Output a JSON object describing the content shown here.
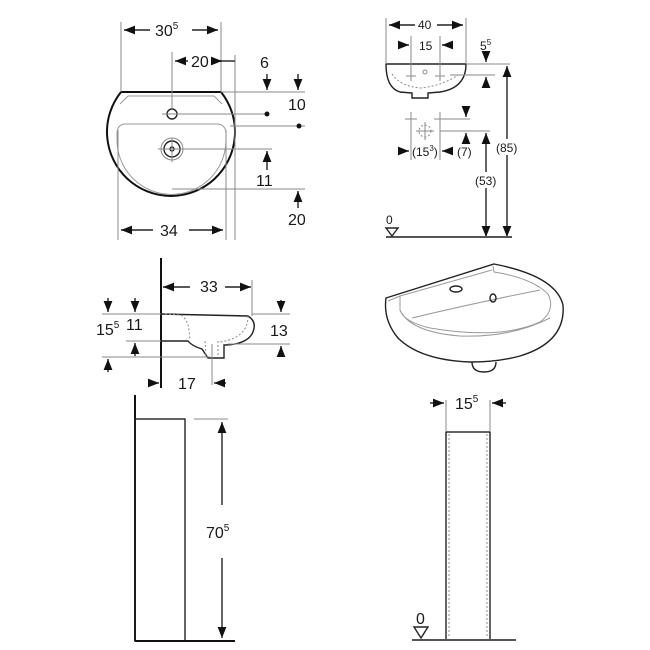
{
  "drawing": {
    "top_view": {
      "width_total": "30",
      "width_total_sup": "5",
      "tap_offset": "20",
      "depth_label_6": "6",
      "tap_hole_depth": "10",
      "drain_offset": "11",
      "depth_total": "20",
      "width_bottom": "34"
    },
    "front_view": {
      "width": "40",
      "tap_spacing": "15",
      "rim_depth": "5",
      "rim_depth_sup": "5",
      "supply_spacing": "(15",
      "supply_spacing_sup": "3",
      "supply_spacing_close": ")",
      "supply_height": "(7)",
      "supply_from_floor": "(53)",
      "rim_height": "(85)",
      "floor_level": "0"
    },
    "side_view": {
      "projection": "33",
      "overall_height": "15",
      "overall_height_sup": "5",
      "bowl_height": "11",
      "front_height": "13",
      "drain_from_wall": "17"
    },
    "pedestal_side": {
      "height": "70",
      "height_sup": "5"
    },
    "pedestal_front": {
      "width": "15",
      "width_sup": "5",
      "floor_level": "0"
    }
  }
}
